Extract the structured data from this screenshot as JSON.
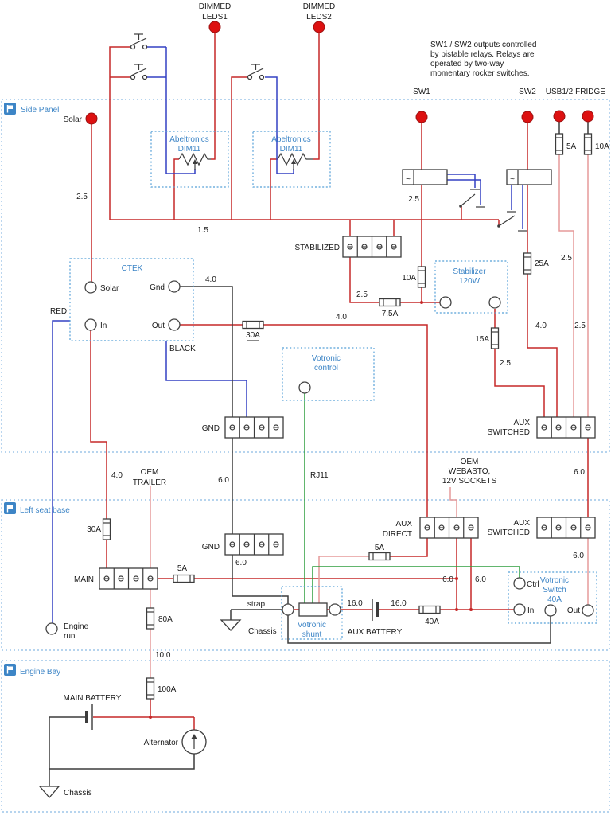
{
  "sections": {
    "side_panel": "Side Panel",
    "left_seat_base": "Left seat base",
    "engine_bay": "Engine Bay"
  },
  "note": {
    "l1": "SW1 / SW2 outputs controlled",
    "l2": "by bistable relays. Relays are",
    "l3": "operated by two-way",
    "l4": "momentary rocker switches."
  },
  "outputs": {
    "dimmed1_l1": "DIMMED",
    "dimmed1_l2": "LEDS1",
    "dimmed2_l1": "DIMMED",
    "dimmed2_l2": "LEDS2",
    "sw1": "SW1",
    "sw2": "SW2",
    "usb": "USB1/2",
    "fridge": "FRIDGE",
    "solar": "Solar"
  },
  "components": {
    "abeltronics": {
      "l1": "Abeltronics",
      "l2": "DIM11"
    },
    "ctek": {
      "title": "CTEK",
      "solar": "Solar",
      "gnd": "Gnd",
      "in": "In",
      "out": "Out"
    },
    "stabilized": "STABILIZED",
    "stabilizer": {
      "l1": "Stabilizer",
      "l2": "120W"
    },
    "votronic_control": {
      "l1": "Votronic",
      "l2": "control"
    },
    "votronic_shunt": {
      "l1": "Votronic",
      "l2": "shunt"
    },
    "votronic_switch": {
      "l1": "Votronic",
      "l2": "Switch",
      "l3": "40A",
      "ctrl": "Ctrl",
      "in": "In",
      "out": "Out"
    },
    "gnd": "GND",
    "aux_switched": {
      "l1": "AUX",
      "l2": "SWITCHED"
    },
    "aux_direct": {
      "l1": "AUX",
      "l2": "DIRECT"
    },
    "main": "MAIN",
    "oem_trailer": {
      "l1": "OEM",
      "l2": "TRAILER"
    },
    "oem_webasto": {
      "l1": "OEM",
      "l2": "WEBASTO,",
      "l3": "12V SOCKETS"
    },
    "engine_run": {
      "l1": "Engine",
      "l2": "run"
    },
    "aux_battery": "AUX BATTERY",
    "main_battery": "MAIN BATTERY",
    "alternator": "Alternator",
    "chassis": "Chassis",
    "strap": "strap",
    "red_label": "RED",
    "black_label": "BLACK",
    "rj11": "RJ11",
    "relay_symbol": "~"
  },
  "values": {
    "a5": "5A",
    "a7_5": "7.5A",
    "a10": "10A",
    "a15": "15A",
    "a25": "25A",
    "a30": "30A",
    "a40": "40A",
    "a80": "80A",
    "a100": "100A",
    "g1_5": "1.5",
    "g2_5": "2.5",
    "g4": "4.0",
    "g6": "6.0",
    "g10": "10.0",
    "g16": "16.0"
  },
  "colors": {
    "wire_red": "#c62828",
    "wire_pink": "#e59a9a",
    "wire_blue": "#3340c4",
    "wire_green": "#2e9e3f",
    "wire_black": "#3c3c3c",
    "label_blue": "#3d85c6",
    "section_border": "#9ec5e8",
    "component_border": "#56a0d8",
    "dot_red": "#dd1111"
  }
}
